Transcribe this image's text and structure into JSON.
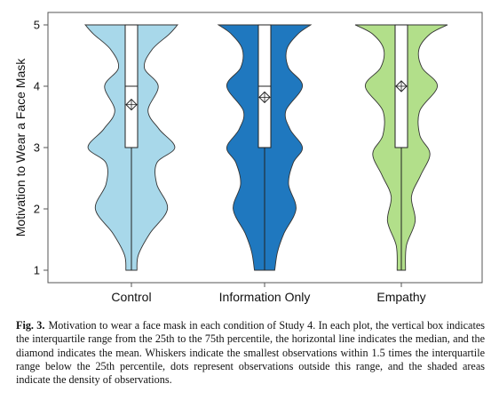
{
  "chart_data": {
    "type": "violin",
    "ylabel": "Motivation to Wear a Face Mask",
    "xlabel": "",
    "ylim": [
      1,
      5
    ],
    "yticks": [
      1,
      2,
      3,
      4,
      5
    ],
    "grid": false,
    "categories": [
      "Control",
      "Information Only",
      "Empathy"
    ],
    "series": [
      {
        "category": "Control",
        "color": "#a8d8ea",
        "q1": 3,
        "median": 4,
        "q3": 5,
        "mean": 3.7,
        "whisker_low": 1,
        "whisker_high": 5,
        "density": [
          [
            1.0,
            0.12
          ],
          [
            1.25,
            0.15
          ],
          [
            1.6,
            0.4
          ],
          [
            2.0,
            0.78
          ],
          [
            2.4,
            0.55
          ],
          [
            2.75,
            0.55
          ],
          [
            3.0,
            0.94
          ],
          [
            3.3,
            0.6
          ],
          [
            3.6,
            0.36
          ],
          [
            4.0,
            0.58
          ],
          [
            4.3,
            0.28
          ],
          [
            4.6,
            0.45
          ],
          [
            4.85,
            0.82
          ],
          [
            5.0,
            1.0
          ]
        ]
      },
      {
        "category": "Information Only",
        "color": "#1f78bf",
        "q1": 3,
        "median": 4,
        "q3": 5,
        "mean": 3.82,
        "whisker_low": 1,
        "whisker_high": 5,
        "density": [
          [
            1.0,
            0.22
          ],
          [
            1.3,
            0.28
          ],
          [
            1.6,
            0.42
          ],
          [
            2.0,
            0.68
          ],
          [
            2.4,
            0.52
          ],
          [
            2.75,
            0.62
          ],
          [
            3.0,
            0.82
          ],
          [
            3.3,
            0.55
          ],
          [
            3.6,
            0.46
          ],
          [
            4.0,
            0.82
          ],
          [
            4.3,
            0.52
          ],
          [
            4.6,
            0.48
          ],
          [
            4.85,
            0.72
          ],
          [
            5.0,
            1.0
          ]
        ]
      },
      {
        "category": "Empathy",
        "color": "#b2df8a",
        "q1": 3,
        "median": 4,
        "q3": 5,
        "mean": 4.0,
        "whisker_low": 1,
        "whisker_high": 5,
        "density": [
          [
            1.0,
            0.09
          ],
          [
            1.4,
            0.11
          ],
          [
            1.8,
            0.3
          ],
          [
            2.2,
            0.22
          ],
          [
            2.55,
            0.42
          ],
          [
            2.9,
            0.62
          ],
          [
            3.2,
            0.4
          ],
          [
            3.6,
            0.4
          ],
          [
            4.0,
            0.78
          ],
          [
            4.3,
            0.45
          ],
          [
            4.6,
            0.38
          ],
          [
            4.85,
            0.62
          ],
          [
            5.0,
            1.0
          ]
        ]
      }
    ]
  },
  "caption": {
    "label": "Fig. 3.",
    "text": "Motivation to wear a face mask in each condition of Study 4. In each plot, the vertical box indicates the interquartile range from the 25th to the 75th percentile, the horizontal line indicates the median, and the diamond indicates the mean. Whiskers indicate the smallest observations within 1.5 times the interquartile range below the 25th percentile, dots represent observations outside this range, and the shaded areas indicate the density of observations."
  }
}
